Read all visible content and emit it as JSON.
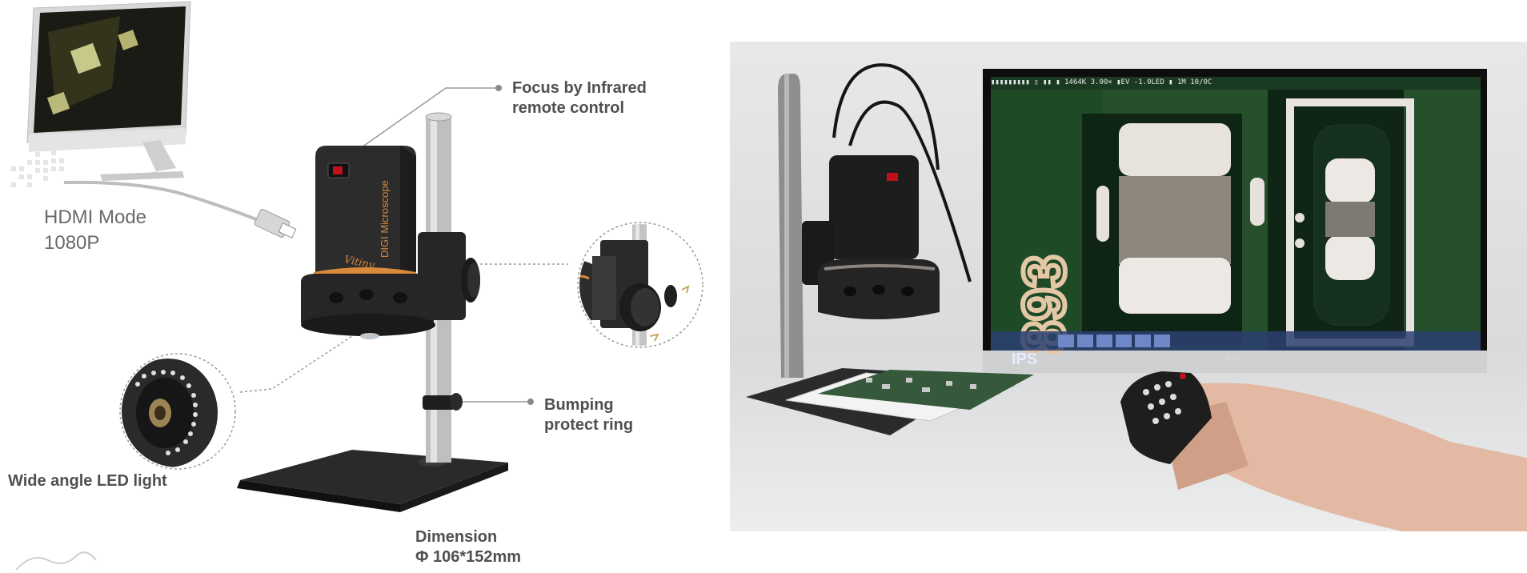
{
  "callouts": {
    "focus_line1": "Focus by Infrared",
    "focus_line2": "remote control",
    "bumping_line1": "Bumping",
    "bumping_line2": "protect ring",
    "led_light": "Wide angle LED light",
    "dimension_line1": "Dimension",
    "dimension_line2": "Φ 106*152mm",
    "hdmi_line1": "HDMI Mode",
    "hdmi_line2": "1080P"
  },
  "product": {
    "camera_label": "DIGI Microscope"
  },
  "photo": {
    "monitor_brand": "AOC",
    "monitor_badge": "IPS",
    "osd_text": "▮▮▮▮▮▮▮▮▮  ▯ ▮▮  ▮ 1464K 3.00× ▮EV -1.0LED ▮ 1M 10/0C",
    "pcb_marking": "893"
  },
  "colors": {
    "accent_orange": "#d78a3a",
    "callout_text": "#505050",
    "body_dark": "#2a2a2a"
  }
}
